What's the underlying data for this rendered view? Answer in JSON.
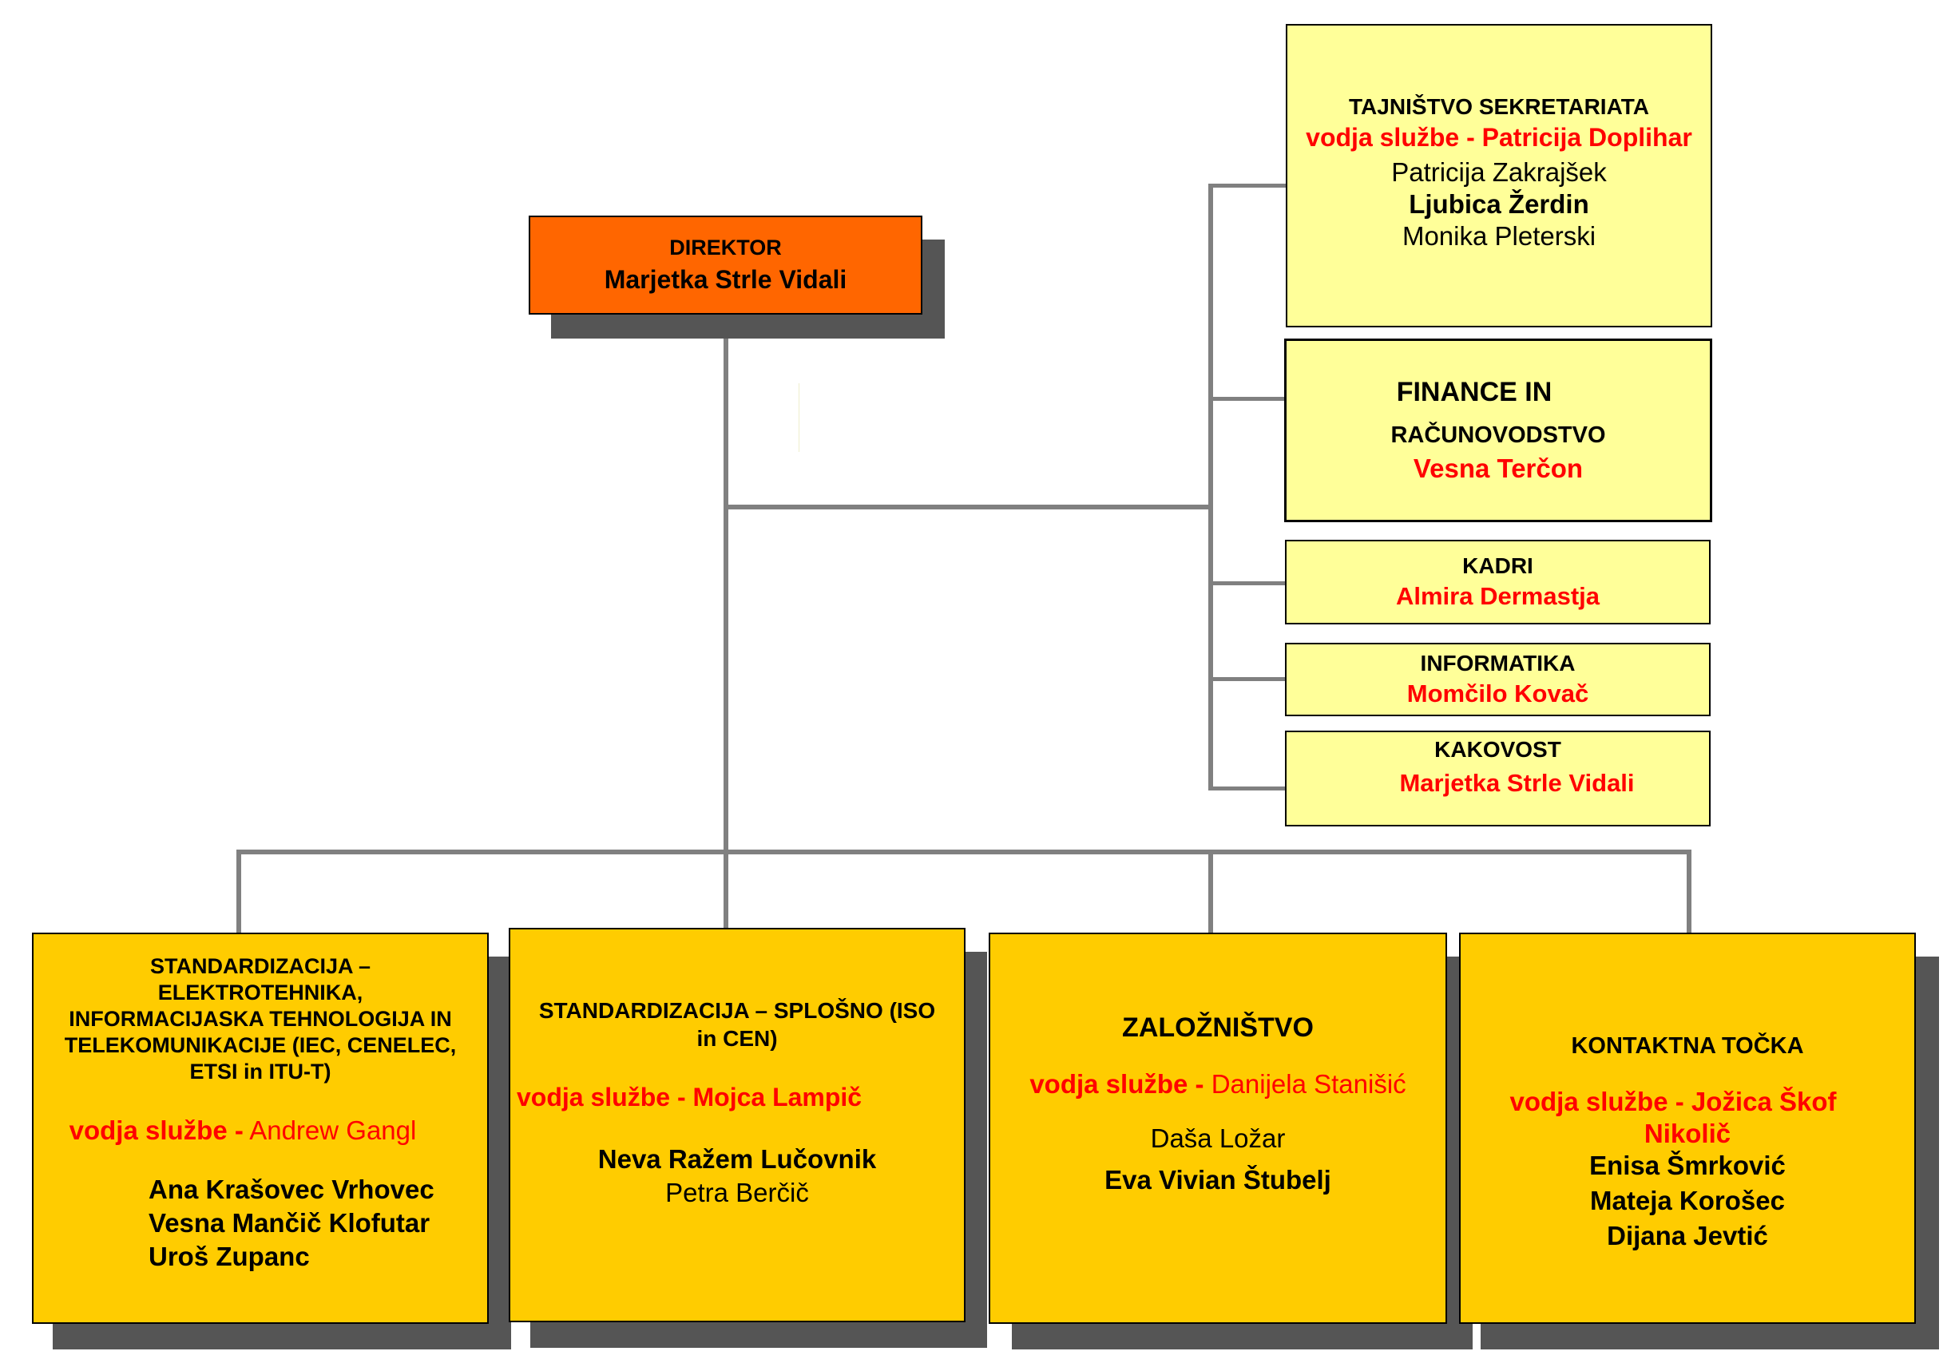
{
  "colors": {
    "director_fill": "#ff6600",
    "staff_fill": "#ffff99",
    "department_fill": "#ffcc00",
    "accent_red": "#ff0000",
    "connector": "#808080",
    "shadow": "#555555"
  },
  "director": {
    "title": "DIREKTOR",
    "name": "Marjetka Strle Vidali"
  },
  "staff": {
    "tajnistvo": {
      "title": "TAJNIŠTVO SEKRETARIATA",
      "head": "vodja službe - Patricija Doplihar",
      "members": [
        "Patricija Zakrajšek",
        "Ljubica Žerdin",
        "Monika Pleterski"
      ]
    },
    "finance": {
      "title_line1": "FINANCE IN",
      "title_line2": "RAČUNOVODSTVO",
      "head": "Vesna Terčon"
    },
    "kadri": {
      "title": "KADRI",
      "head": "Almira Dermastja"
    },
    "informatika": {
      "title": "INFORMATIKA",
      "head": "Momčilo Kovač"
    },
    "kakovost": {
      "title": "KAKOVOST",
      "head": "Marjetka Strle Vidali"
    }
  },
  "departments": {
    "elektro": {
      "title": [
        "STANDARDIZACIJA –",
        "ELEKTROTEHNIKA,",
        "INFORMACIJASKA TEHNOLOGIJA IN",
        "TELEKOMUNIKACIJE (IEC, CENELEC,",
        "ETSI in ITU-T)"
      ],
      "head_prefix": "vodja službe -",
      "head_name": "Andrew Gangl",
      "members": [
        "Ana Krašovec Vrhovec",
        "Vesna Mančič Klofutar",
        "Uroš Zupanc"
      ]
    },
    "splosno": {
      "title": [
        "STANDARDIZACIJA – SPLOŠNO (ISO",
        "in CEN)"
      ],
      "head_prefix": "vodja službe -",
      "head_name": "Mojca Lampič",
      "members": [
        "Neva Ražem Lučovnik",
        "Petra Berčič"
      ]
    },
    "zaloznistvo": {
      "title": "ZALOŽNIŠTVO",
      "head_prefix": "vodja službe -",
      "head_name": "Danijela Stanišić",
      "members": [
        "Daša Ložar",
        "Eva Vivian Štubelj"
      ]
    },
    "kontaktna": {
      "title": "KONTAKTNA TOČKA",
      "head_prefix": "vodja službe -",
      "head_name_line1": "Jožica Škof",
      "head_name_line2": "Nikolič",
      "members": [
        "Enisa Šmrković",
        "Mateja Korošec",
        "Dijana Jevtić"
      ]
    }
  }
}
